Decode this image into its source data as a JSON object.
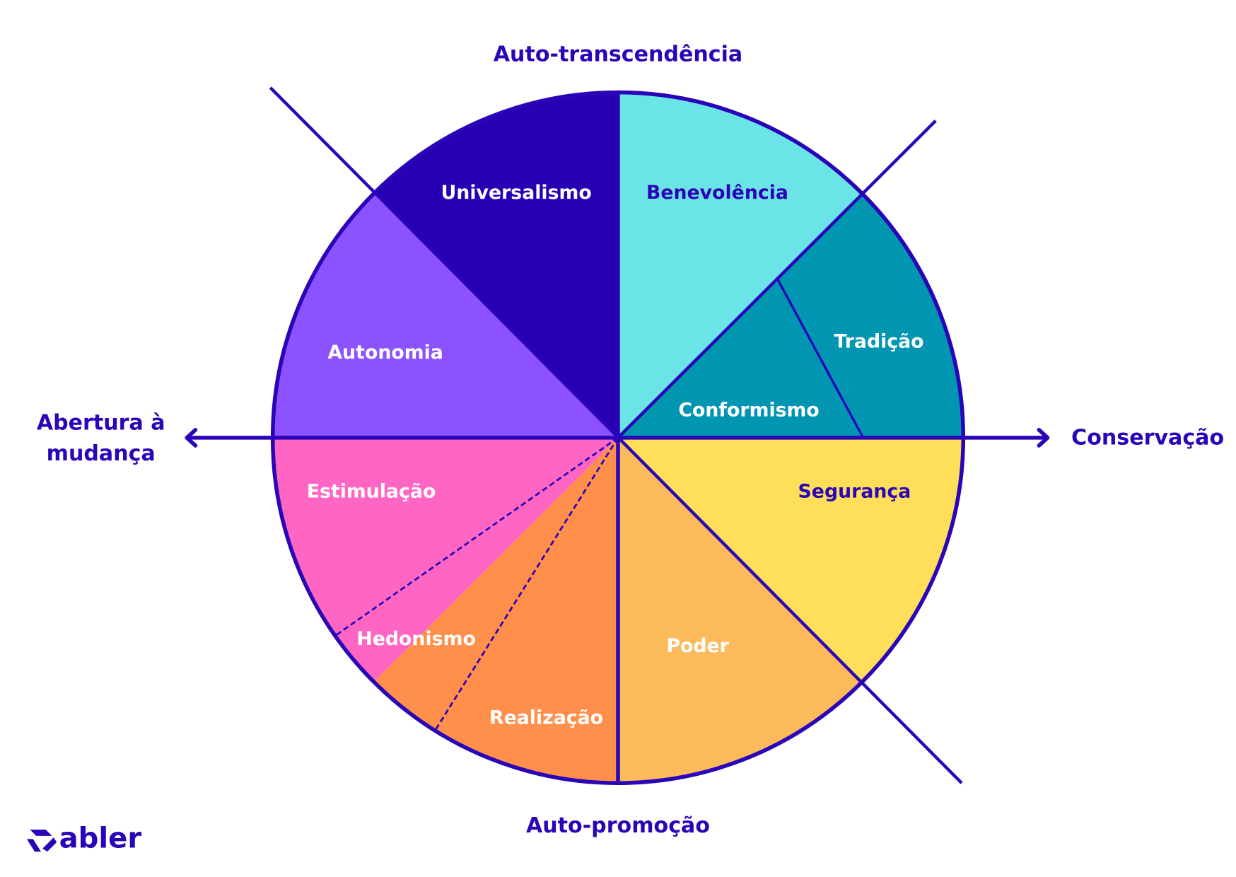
{
  "title": "Schwartz value circle",
  "colors": {
    "line": "#2A05B8",
    "dark_text": "#2A05B8",
    "light_text": "#FFFFFF"
  },
  "axes": {
    "top": "Auto-transcendência",
    "bottom": "Auto-promoção",
    "left_line1": "Abertura à",
    "left_line2": "mudança",
    "right": "Conservação"
  },
  "segments": [
    {
      "name": "Universalismo",
      "color": "#2800B4",
      "text_color": "#FFFFFF"
    },
    {
      "name": "Benevolência",
      "color": "#6BE4E8",
      "text_color": "#2A05B8"
    },
    {
      "name": "Tradição",
      "color": "#0096B2",
      "text_color": "#FFFFFF"
    },
    {
      "name": "Conformismo",
      "color": "#0096B2",
      "text_color": "#FFFFFF"
    },
    {
      "name": "Segurança",
      "color": "#FFDE5A",
      "text_color": "#2A05B8"
    },
    {
      "name": "Poder",
      "color": "#FDBA5B",
      "text_color": "#FFFFFF"
    },
    {
      "name": "Realização",
      "color": "#FF8F4A",
      "text_color": "#FFFFFF"
    },
    {
      "name": "Hedonismo",
      "color": "#FF66C4",
      "text_color": "#FFFFFF"
    },
    {
      "name": "Estimulação",
      "color": "#FF66C4",
      "text_color": "#FFFFFF"
    },
    {
      "name": "Autonomia",
      "color": "#8C52FF",
      "text_color": "#FFFFFF"
    }
  ],
  "logo": {
    "text": "abler"
  }
}
